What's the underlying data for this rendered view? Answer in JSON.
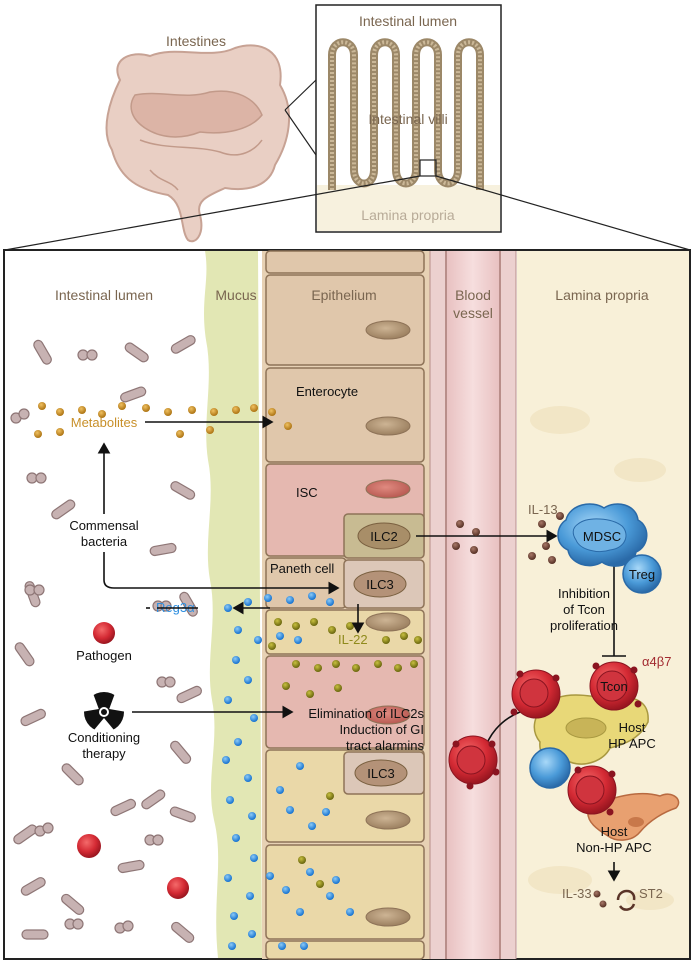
{
  "top": {
    "intestines_label": "Intestines",
    "inset_lumen_label": "Intestinal lumen",
    "inset_villi_label": "Intestinal villi",
    "inset_lamina_label": "Lamina propria"
  },
  "columns": {
    "lumen": "Intestinal lumen",
    "mucus": "Mucus",
    "epithelium": "Epithelium",
    "blood_line1": "Blood",
    "blood_line2": "vessel",
    "lamina": "Lamina propria"
  },
  "cells": {
    "enterocyte": "Enterocyte",
    "isc": "ISC",
    "ilc2": "ILC2",
    "paneth": "Paneth cell",
    "ilc3_a": "ILC3",
    "ilc3_b": "ILC3",
    "mdsc": "MDSC",
    "treg": "Treg",
    "tcon": "Tcon"
  },
  "labels": {
    "metabolites": "Metabolites",
    "commensal_line1": "Commensal",
    "commensal_line2": "bacteria",
    "reg3a": "Reg3α",
    "il22": "IL-22",
    "pathogen": "Pathogen",
    "conditioning_line1": "Conditioning",
    "conditioning_line2": "therapy",
    "elim_line1": "Elimination of ILC2s",
    "elim_line2": "Induction of GI",
    "elim_line3": "tract alarmins",
    "il13": "IL-13",
    "inhibition_line1": "Inhibition",
    "inhibition_line2": "of Tcon",
    "inhibition_line3": "proliferation",
    "a4b7": "α4β7",
    "host_hp_line1": "Host",
    "host_hp_line2": "HP APC",
    "host_nonhp_line1": "Host",
    "host_nonhp_line2": "Non-HP APC",
    "il33": "IL-33",
    "st2": "ST2"
  },
  "colors": {
    "metabolite": "#c8902a",
    "reg3a": "#2e8fe0",
    "il22": "#8f8a1c",
    "bacteria": "#bfa8a8",
    "pathogen": "#d8262e",
    "tcon_red": "#cc2230",
    "label_brown": "#7a6650",
    "mdsc_blue": "#5aa8e0",
    "mucus": "#dfe5b2",
    "lamina_bg": "#f8f0d8"
  }
}
